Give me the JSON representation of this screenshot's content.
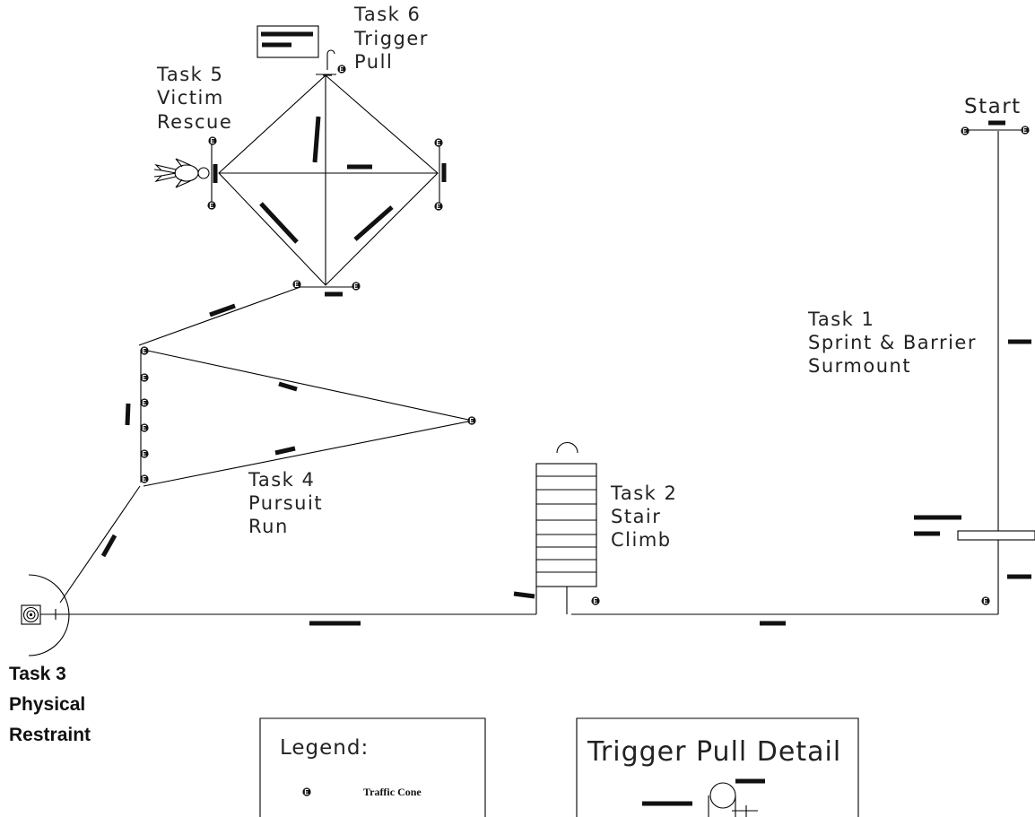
{
  "labels": {
    "start": "Start",
    "task1": [
      "Task 1",
      "Sprint & Barrier",
      "Surmount"
    ],
    "task2": [
      "Task 2",
      "Stair",
      "Climb"
    ],
    "task3": [
      "Task 3",
      "Physical",
      "Restraint"
    ],
    "task4": [
      "Task 4",
      "Pursuit",
      "Run"
    ],
    "task5": [
      "Task 5",
      "Victim",
      "Rescue"
    ],
    "task6": [
      "Task 6",
      "Trigger",
      "Pull"
    ]
  },
  "legend": {
    "title": "Legend:",
    "cone_label": "Traffic Cone"
  },
  "detail": {
    "title": "Trigger Pull Detail"
  },
  "icons": {
    "cone": "traffic-cone-icon",
    "victim": "victim-dummy-icon",
    "target": "restraint-target-icon",
    "trigger": "trigger-icon"
  },
  "colors": {
    "line": "#000000",
    "background": "#ffffff"
  }
}
